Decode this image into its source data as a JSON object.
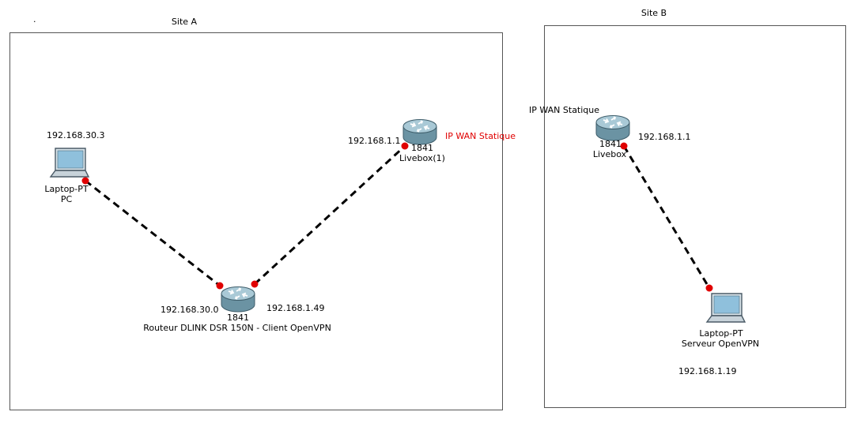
{
  "sites": {
    "a": {
      "title": "Site A"
    },
    "b": {
      "title": "Site B"
    }
  },
  "devices": {
    "pc": {
      "model": "Laptop-PT",
      "name": "PC",
      "ip": "192.168.30.3"
    },
    "router": {
      "model": "1841",
      "name": "Routeur DLINK DSR 150N - Client OpenVPN",
      "ip_left": "192.168.30.0",
      "ip_right": "192.168.1.49"
    },
    "livebox1": {
      "model": "1841",
      "name": "Livebox(1)",
      "ip": "192.168.1.1",
      "wan": "IP WAN Statique"
    },
    "livebox": {
      "model": "1841",
      "name": "Livebox",
      "ip": "192.168.1.1",
      "wan": "IP WAN Statique"
    },
    "server": {
      "model": "Laptop-PT",
      "name": "Serveur OpenVPN",
      "ip": "192.168.1.19"
    }
  },
  "colors": {
    "link": "#000000",
    "port": "#e00000",
    "wan_label": "#e00000",
    "router_body": "#7fa6b5"
  },
  "stray_mark": "."
}
